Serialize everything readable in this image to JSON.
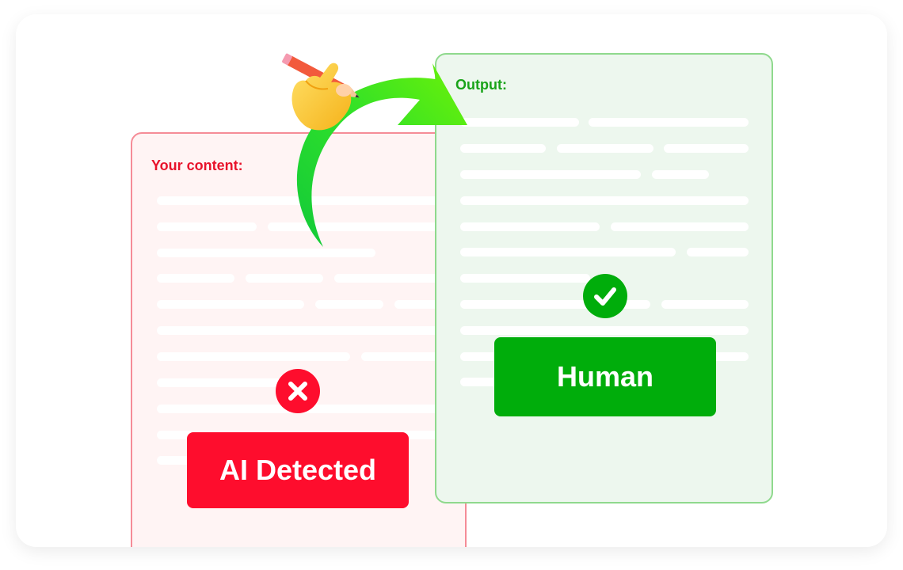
{
  "input_panel": {
    "title": "Your content:",
    "badge_label": "AI Detected",
    "icon": "x-circle-icon"
  },
  "output_panel": {
    "title": "Output:",
    "badge_label": "Human",
    "icon": "check-circle-icon"
  },
  "arrow_icon": "curved-arrow-icon",
  "hand_icon": "hand-pencil-icon",
  "colors": {
    "error": "#fe0d2d",
    "success": "#00ad0b",
    "arrow": "#3ee31a"
  }
}
